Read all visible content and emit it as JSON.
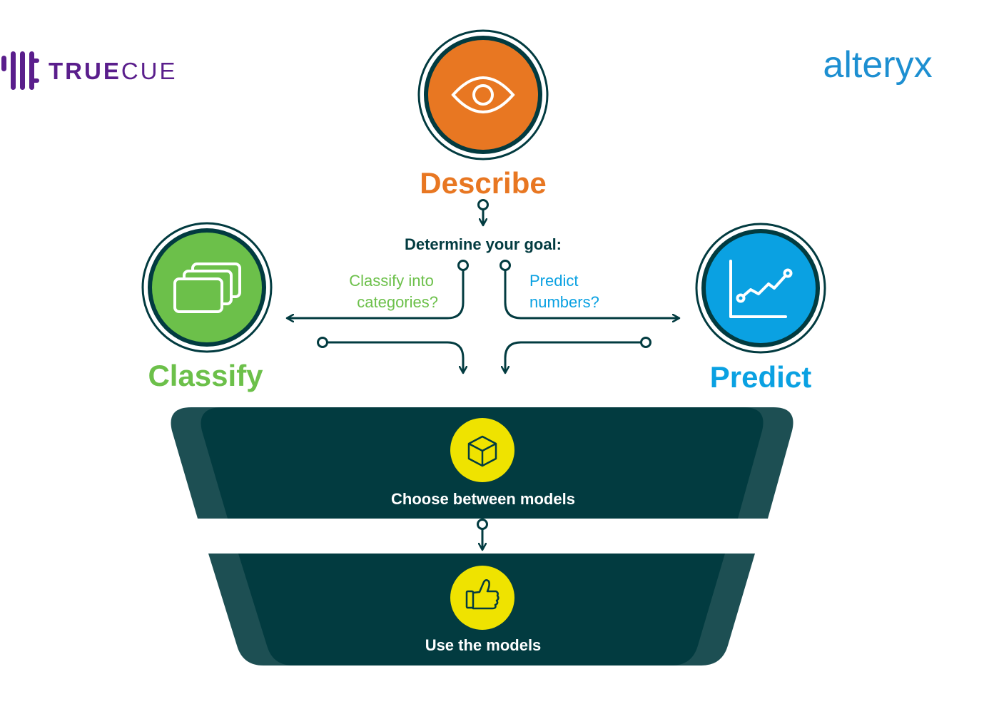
{
  "logos": {
    "left": {
      "text": "TRUECUE",
      "text_bold": "TRUE",
      "text_light": "CUE",
      "color": "#5a1e8c"
    },
    "right": {
      "text": "alteryx",
      "color": "#1d8fd1"
    }
  },
  "colors": {
    "dark": "#023b40",
    "dark_light": "#1d4f53",
    "orange": "#e87722",
    "green": "#6cc04a",
    "blue": "#0aa1e2",
    "yellow": "#efe300",
    "goal_text": "#023b40"
  },
  "nodes": {
    "describe": {
      "label": "Describe",
      "icon": "eye-icon"
    },
    "classify": {
      "label": "Classify",
      "icon": "cards-icon"
    },
    "predict": {
      "label": "Predict",
      "icon": "line-chart-icon"
    }
  },
  "goal": {
    "prompt": "Determine your goal:",
    "classify_question": [
      "Classify into",
      "categories?"
    ],
    "predict_question": [
      "Predict",
      "numbers?"
    ]
  },
  "steps": [
    {
      "label": "Choose between models",
      "icon": "cube-icon"
    },
    {
      "label": "Use the models",
      "icon": "thumbs-up-icon"
    }
  ]
}
